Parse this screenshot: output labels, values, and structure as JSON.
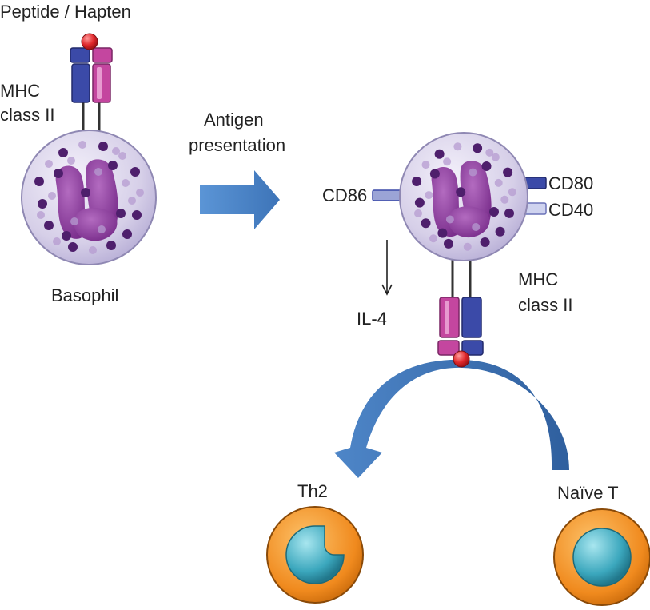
{
  "labels": {
    "peptide_hapten": "Peptide / Hapten",
    "mhc_left_line1": "MHC",
    "mhc_left_line2": "class II",
    "antigen_line1": "Antigen",
    "antigen_line2": "presentation",
    "basophil": "Basophil",
    "cd86": "CD86",
    "cd80": "CD80",
    "cd40": "CD40",
    "il4": "IL-4",
    "mhc_right_line1": "MHC",
    "mhc_right_line2": "class II",
    "th2": "Th2",
    "naive_t": "Naïve T"
  },
  "colors": {
    "cell_fill": "#d9d3ea",
    "cell_edge": "#8f88b3",
    "nucleus": "#8e3f9d",
    "granule_dark": "#4e1f6c",
    "granule_light": "#b59bd0",
    "mhc_blue": "#3b4aa8",
    "mhc_pink": "#c4469f",
    "antigen_red": "#e0282c",
    "arrow_blue": "#4e86c8",
    "tcell_orange": "#f08a1e",
    "tcell_nucleus": "#3ba7bd"
  }
}
